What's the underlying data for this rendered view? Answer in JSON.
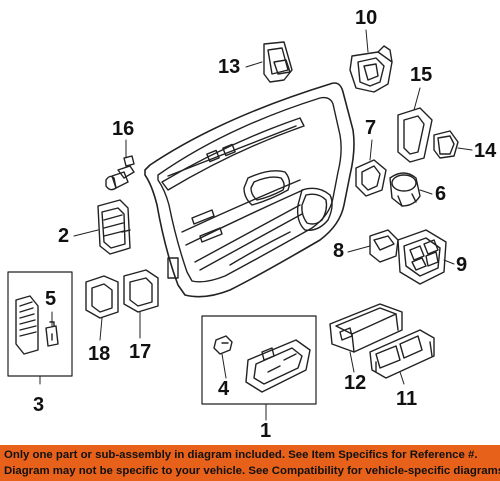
{
  "callouts": [
    "1",
    "2",
    "3",
    "4",
    "5",
    "6",
    "7",
    "8",
    "9",
    "10",
    "11",
    "12",
    "13",
    "14",
    "15",
    "16",
    "17",
    "18"
  ],
  "footer": {
    "line1": "Only one part or sub-assembly in diagram included. See Item Specifics for Reference #.",
    "line2": "Diagram may not be specific to your vehicle. See Compatibility for vehicle-specific diagrams."
  },
  "colors": {
    "footer_bg": "#e8611a",
    "stroke": "#222222",
    "part_fill": "#ffffff"
  }
}
